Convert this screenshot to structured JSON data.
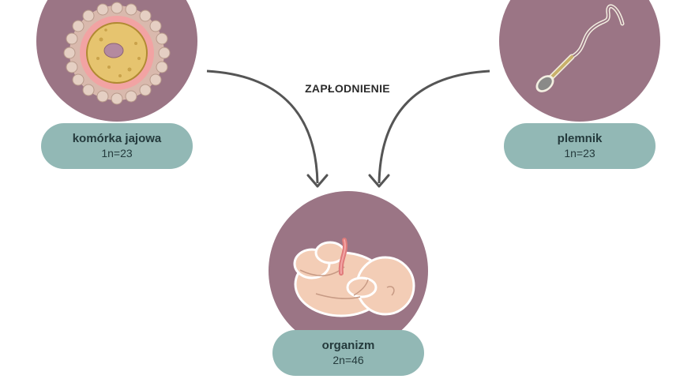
{
  "process_label": "ZAPŁODNIENIE",
  "egg": {
    "name": "komórka jajowa",
    "ploidy": "1n=23"
  },
  "sperm": {
    "name": "plemnik",
    "ploidy": "1n=23"
  },
  "organism": {
    "name": "organizm",
    "ploidy": "2n=46"
  },
  "colors": {
    "circle": "#9b7585",
    "label_bg": "#92b8b5",
    "arrow": "#555555",
    "egg_cytoplasm": "#e6c46f",
    "embryo_skin": "#f3cdb6"
  },
  "icons": {
    "egg": "egg-cell-illustration",
    "sperm": "sperm-cell-illustration",
    "organism": "fetus-illustration"
  }
}
